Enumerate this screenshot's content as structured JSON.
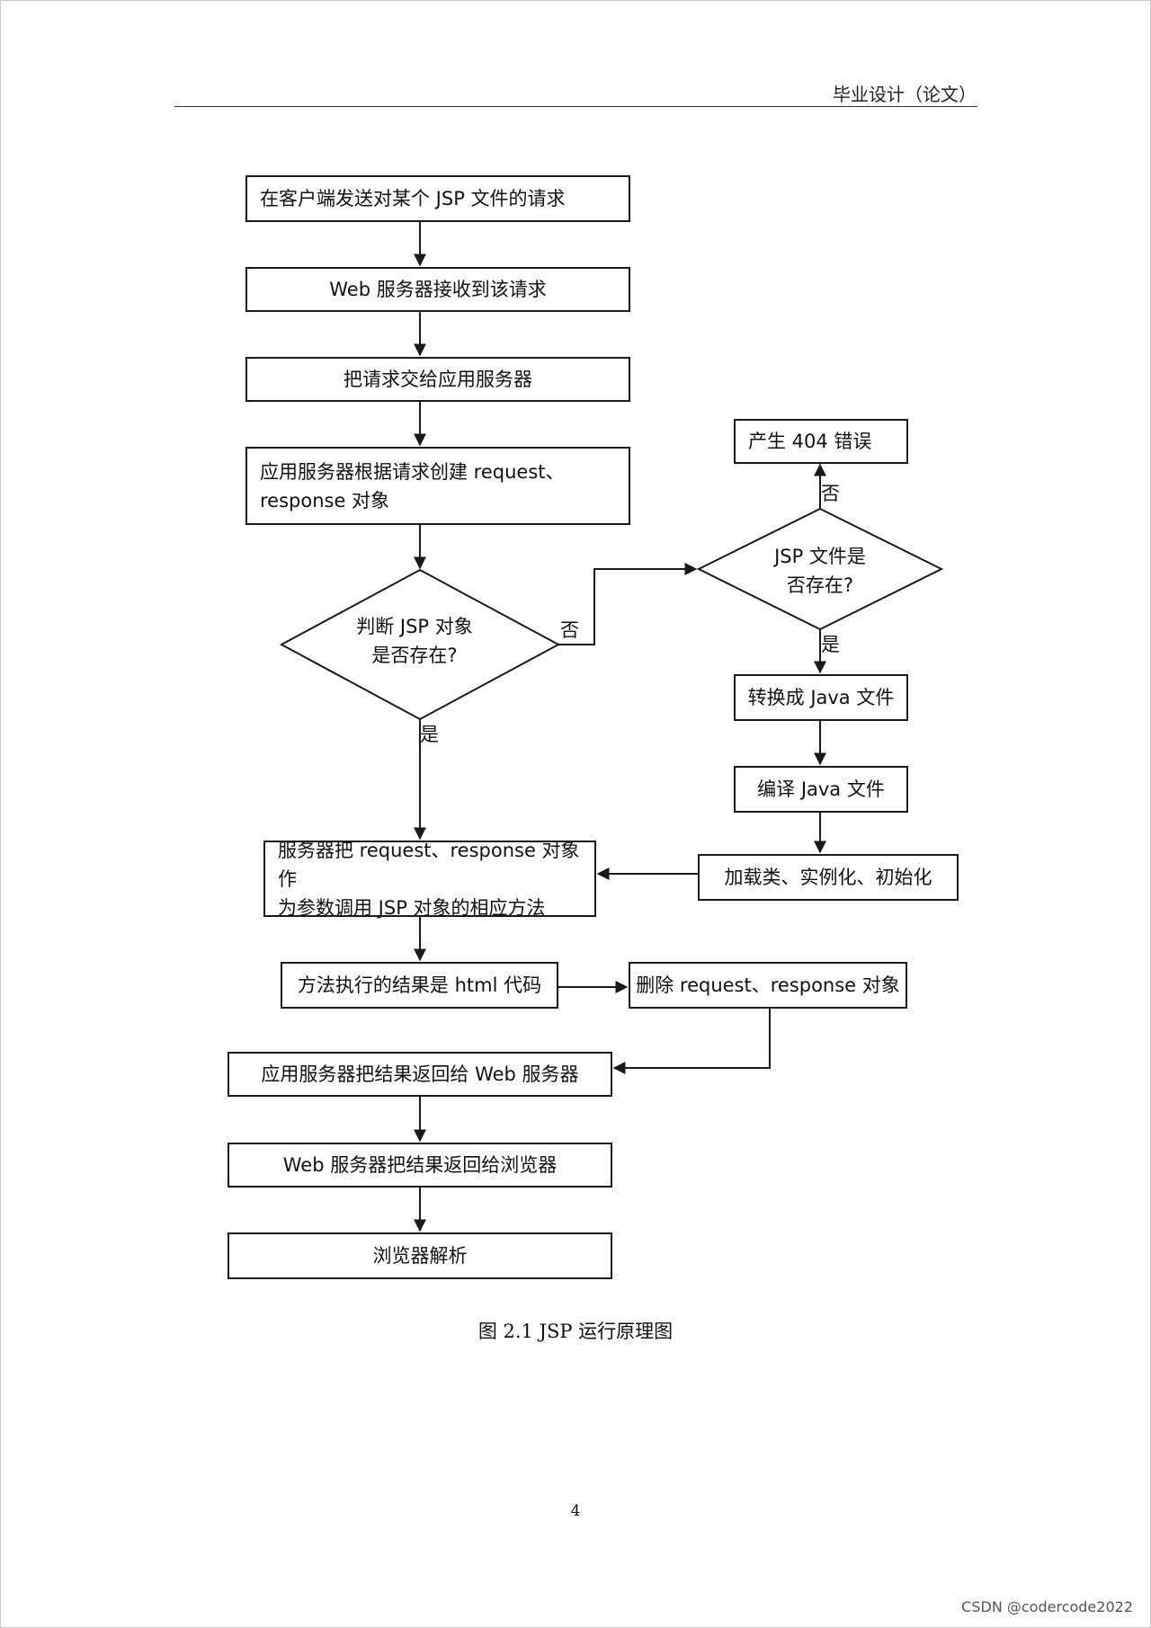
{
  "header": {
    "text": "毕业设计（论文）"
  },
  "flow": {
    "boxes": {
      "client_request": "在客户端发送对某个 JSP 文件的请求",
      "web_receive": "Web 服务器接收到该请求",
      "to_app_server": "把请求交给应用服务器",
      "create_objects_line1": "应用服务器根据请求创建  request、",
      "create_objects_line2": "response 对象",
      "error_404": "产生 404 错误",
      "to_java": "转换成 Java 文件",
      "compile_java": "编译 Java 文件",
      "load_class": "加载类、实例化、初始化",
      "call_method_line1": "服务器把 request、response 对象作",
      "call_method_line2": "为参数调用 JSP 对象的相应方法",
      "result_html": "方法执行的结果是 html 代码",
      "delete_objects": "删除 request、response 对象",
      "return_to_web": "应用服务器把结果返回给 Web 服务器",
      "return_to_browser": "Web 服务器把结果返回给浏览器",
      "browser_parse": "浏览器解析"
    },
    "decisions": {
      "jsp_object_exists_line1": "判断 JSP 对象",
      "jsp_object_exists_line2": "是否存在?",
      "jsp_file_exists_line1": "JSP  文件是",
      "jsp_file_exists_line2": "否存在?"
    },
    "labels": {
      "obj_no": "否",
      "obj_yes": "是",
      "file_no": "否",
      "file_yes": "是"
    }
  },
  "caption": "图 2.1 JSP 运行原理图",
  "page_number": "4",
  "watermark": "CSDN @codercode2022"
}
